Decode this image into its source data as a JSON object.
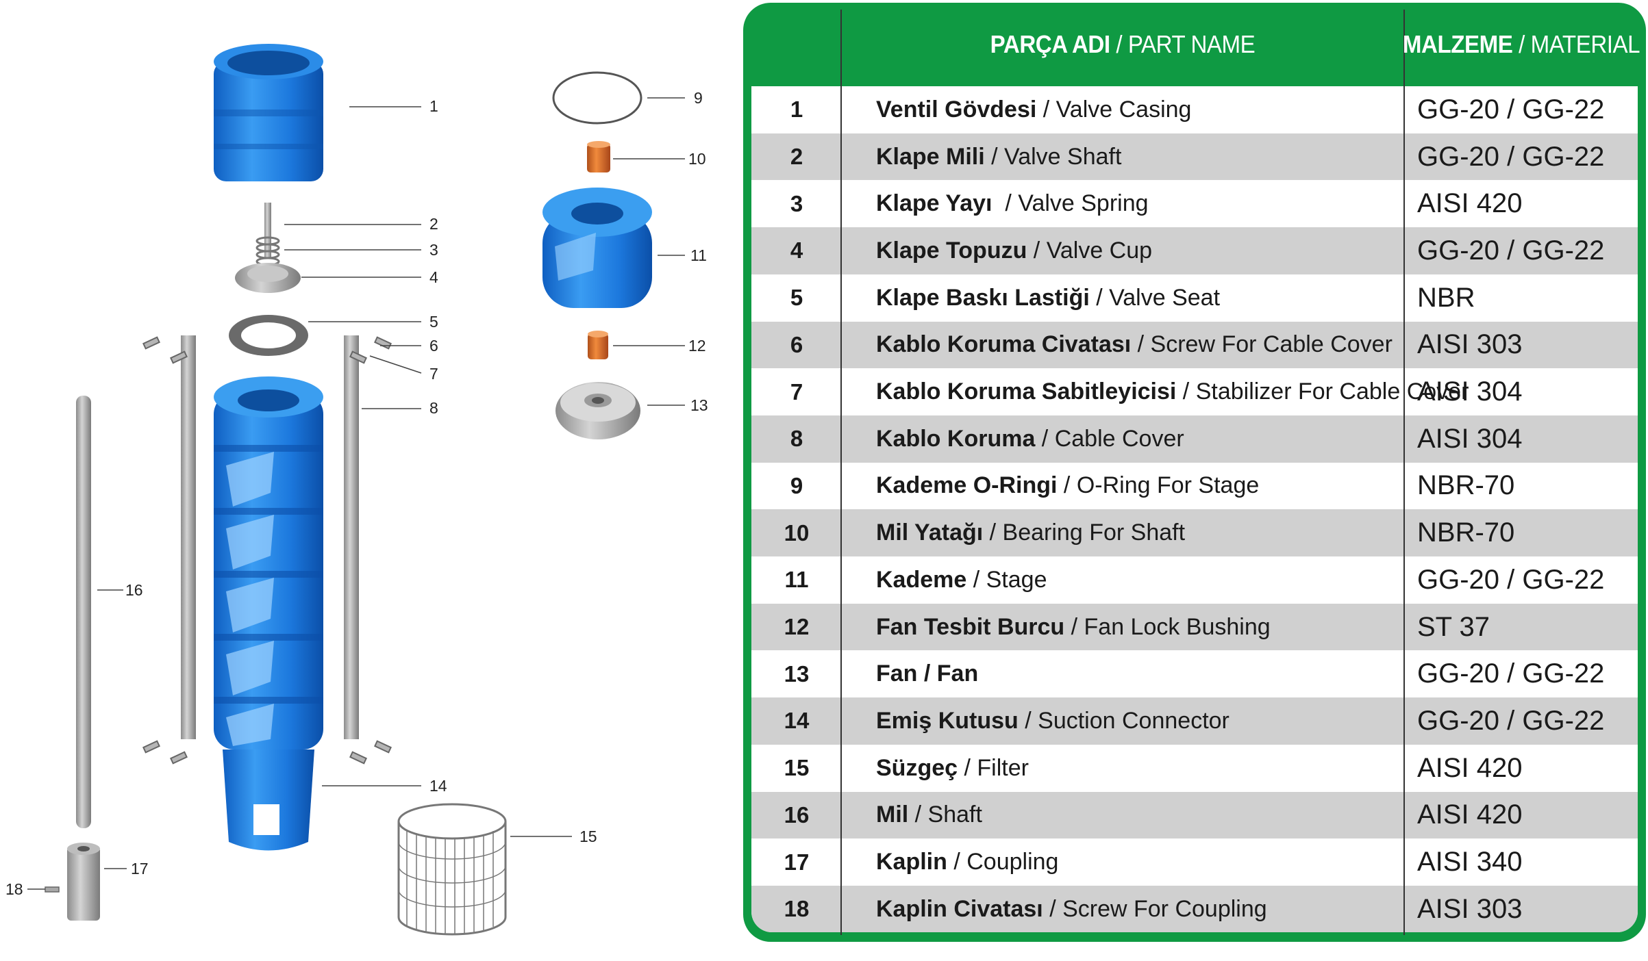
{
  "diagram": {
    "callouts": [
      "1",
      "2",
      "3",
      "4",
      "5",
      "6",
      "7",
      "8",
      "9",
      "10",
      "11",
      "12",
      "13",
      "14",
      "15",
      "16",
      "17",
      "18"
    ]
  },
  "table": {
    "header": {
      "no": "",
      "part_tr": "PARÇA ADI",
      "part_sep": " / ",
      "part_en": "PART NAME",
      "mat_tr": "MALZEME",
      "mat_sep": " / ",
      "mat_en": "MATERIAL"
    },
    "rows": [
      {
        "no": "1",
        "tr": "Ventil Gövdesi",
        "en": " / Valve Casing",
        "mat": "GG-20 / GG-22"
      },
      {
        "no": "2",
        "tr": "Klape Mili",
        "en": " / Valve Shaft",
        "mat": "GG-20 / GG-22"
      },
      {
        "no": "3",
        "tr": "Klape Yayı",
        "en": "  / Valve Spring",
        "mat": "AISI 420"
      },
      {
        "no": "4",
        "tr": "Klape Topuzu",
        "en": " / Valve Cup",
        "mat": "GG-20 / GG-22"
      },
      {
        "no": "5",
        "tr": "Klape Baskı Lastiği",
        "en": " / Valve Seat",
        "mat": "NBR"
      },
      {
        "no": "6",
        "tr": "Kablo Koruma Civatası",
        "en": " / Screw For Cable Cover",
        "mat": "AISI 303"
      },
      {
        "no": "7",
        "tr": "Kablo Koruma Sabitleyicisi",
        "en": " / Stabilizer For Cable Cover",
        "mat": "AISI 304"
      },
      {
        "no": "8",
        "tr": "Kablo Koruma",
        "en": " / Cable Cover",
        "mat": "AISI 304"
      },
      {
        "no": "9",
        "tr": "Kademe O-Ringi",
        "en": " / O-Ring For Stage",
        "mat": "NBR-70"
      },
      {
        "no": "10",
        "tr": "Mil Yatağı",
        "en": " / Bearing For Shaft",
        "mat": "NBR-70"
      },
      {
        "no": "11",
        "tr": "Kademe",
        "en": " / Stage",
        "mat": "GG-20 / GG-22"
      },
      {
        "no": "12",
        "tr": "Fan Tesbit Burcu",
        "en": " / Fan Lock Bushing",
        "mat": "ST 37"
      },
      {
        "no": "13",
        "tr": "Fan / Fan",
        "en": "",
        "mat": "GG-20 / GG-22"
      },
      {
        "no": "14",
        "tr": "Emiş Kutusu",
        "en": " / Suction Connector",
        "mat": "GG-20 / GG-22"
      },
      {
        "no": "15",
        "tr": "Süzgeç",
        "en": " / Filter",
        "mat": "AISI 420"
      },
      {
        "no": "16",
        "tr": "Mil",
        "en": " / Shaft",
        "mat": "AISI 420"
      },
      {
        "no": "17",
        "tr": "Kaplin",
        "en": " / Coupling",
        "mat": "AISI 340"
      },
      {
        "no": "18",
        "tr": "Kaplin Civatası",
        "en": " / Screw For Coupling",
        "mat": "AISI 303"
      }
    ]
  },
  "colors": {
    "accent": "#0f9a43",
    "pump_blue": "#1e7fe0",
    "row_alt": "#d0d0d0"
  }
}
